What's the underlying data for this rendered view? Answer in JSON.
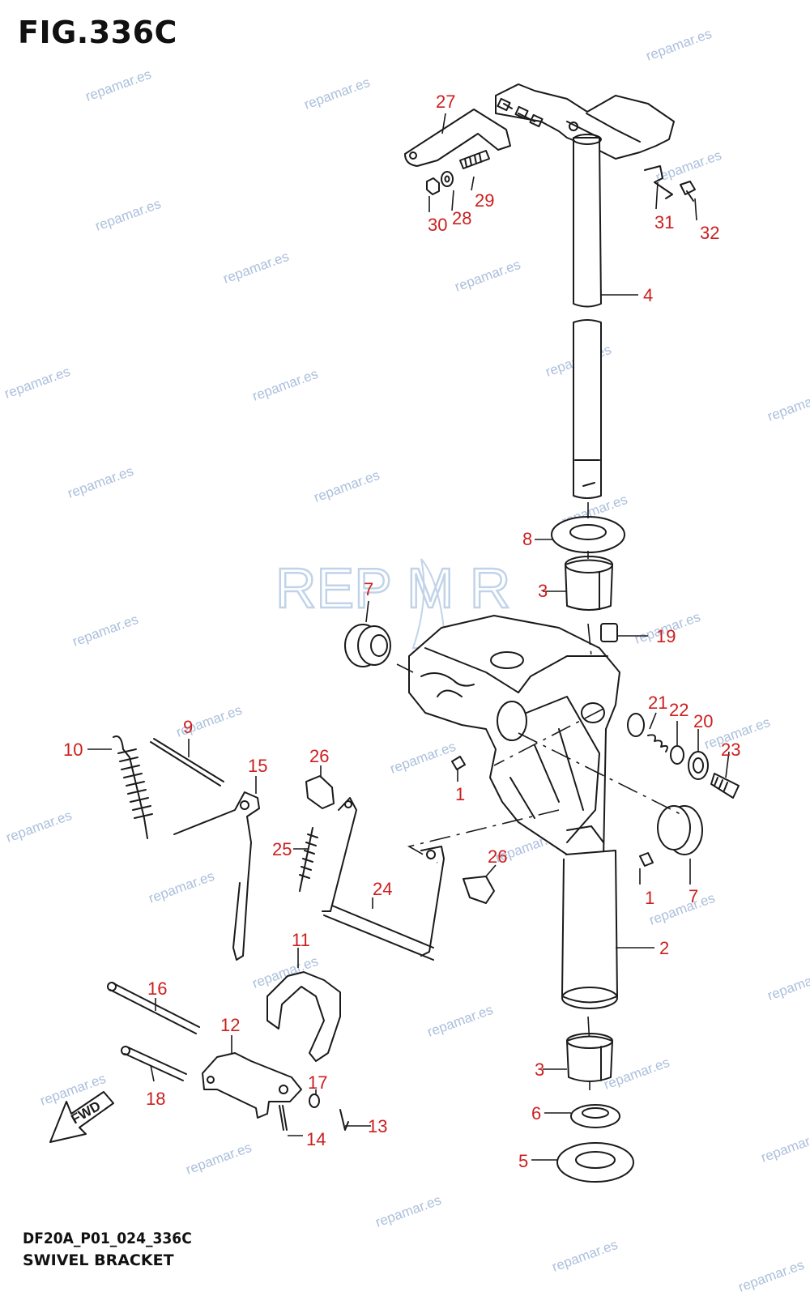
{
  "figure": {
    "title": "FIG.336C",
    "footer_code": "DF20A_P01_024_336C",
    "footer_name": "SWIVEL BRACKET"
  },
  "fwd_label": "FWD",
  "logo_text": "REP M R",
  "watermark": "repamar.es",
  "colors": {
    "callout": "#cc1f1f",
    "watermark": "#9db4d6",
    "line": "#1a1a1a"
  },
  "callouts": {
    "c27": "27",
    "c29": "29",
    "c28": "28",
    "c30": "30",
    "c31": "31",
    "c32": "32",
    "c4": "4",
    "c8": "8",
    "c3a": "3",
    "c7a": "7",
    "c19": "19",
    "c21": "21",
    "c22": "22",
    "c20": "20",
    "c23": "23",
    "c9": "9",
    "c10": "10",
    "c15": "15",
    "c26a": "26",
    "c1a": "1",
    "c25": "25",
    "c26b": "26",
    "c24": "24",
    "c1b": "1",
    "c7b": "7",
    "c11": "11",
    "c2": "2",
    "c16": "16",
    "c12": "12",
    "c3b": "3",
    "c18": "18",
    "c17": "17",
    "c6": "6",
    "c13": "13",
    "c14": "14",
    "c5": "5"
  }
}
